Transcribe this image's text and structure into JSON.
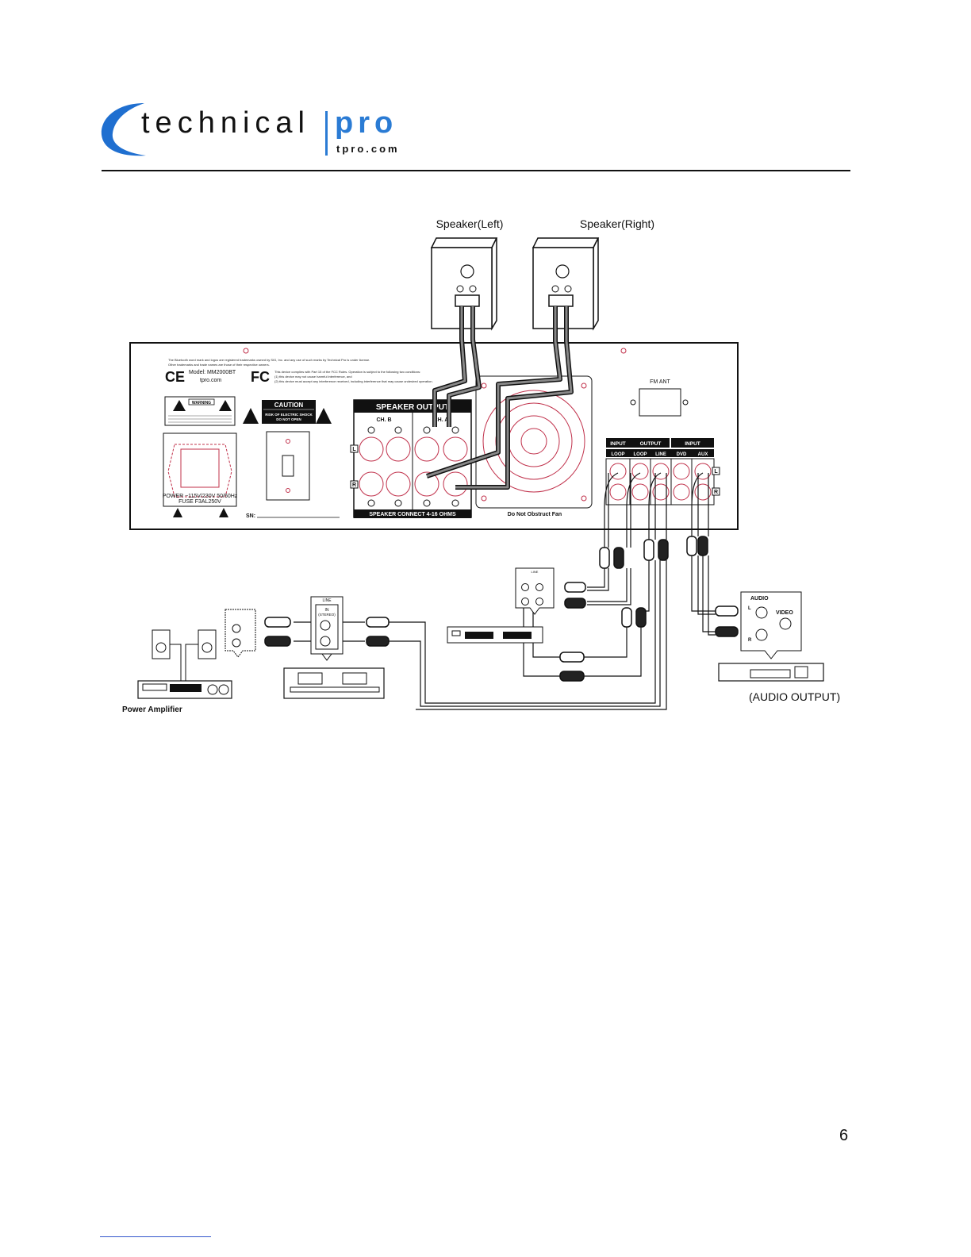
{
  "header": {
    "logo_main": "technical",
    "logo_accent": "pro",
    "logo_sub": "tpro.com"
  },
  "diagram": {
    "speaker_left_label": "Speaker(Left)",
    "speaker_right_label": "Speaker(Right)",
    "panel": {
      "trademark_line1": "The Bluetooth word mark and logos are registered trademarks owned by SIG, Inc. and any use of such marks by Technical Pro is under license.",
      "trademark_line2": "Other trademarks and trade names are those of their respective owners.",
      "model": "Model: MM2000BT",
      "website": "tpro.com",
      "fcc_line1": "This device complies with Part 15 of the FCC Rules. Operation is subject to the following two conditions:",
      "fcc_line2": "(1) this device may not cause harmful interference, and",
      "fcc_line3": "(2) this device must accept any interference received, including interference that may cause undesired operation.",
      "warning_title": "WARNING",
      "caution_title": "CAUTION",
      "caution_line1": "RISK OF ELECTRIC SHOCK",
      "caution_line2": "DO NOT OPEN",
      "power_line1": "POWER ~115V/230V 50/60Hz",
      "power_line2": "FUSE F3AL250V",
      "sn_label": "SN:",
      "speaker_output_title": "SPEAKER OUTPUT",
      "ch_b": "CH. B",
      "ch_a": "CH. A",
      "speaker_connect": "SPEAKER CONNECT 4-16 OHMS",
      "fan_label": "Do Not Obstruct Fan",
      "fm_ant": "FM ANT",
      "io_input": "INPUT",
      "io_output": "OUTPUT",
      "io_input2": "INPUT",
      "io_loop": "LOOP",
      "io_loop2": "LOOP",
      "io_line": "LINE",
      "io_dvd": "DVD",
      "io_aux": "AUX",
      "lbl_L": "L",
      "lbl_R": "R"
    },
    "power_amplifier_label": "Power Amplifier",
    "line_label": "LINE",
    "line_in_label": "IN",
    "stereo_label": "(STEREO)",
    "audio_label": "AUDIO",
    "video_label": "VIDEO",
    "audio_output_label": "(AUDIO OUTPUT)"
  },
  "page_number": "6"
}
